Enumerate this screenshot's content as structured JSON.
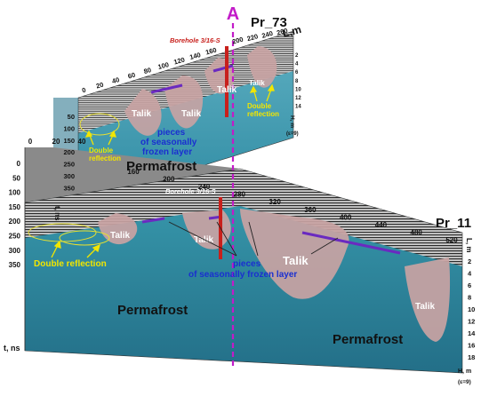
{
  "marker": {
    "label": "A"
  },
  "pr73": {
    "name": "Pr_73",
    "length_label": "L,m",
    "borehole": "Borehole 3/16-S",
    "distance_ticks": [
      "0",
      "20",
      "40",
      "60",
      "80",
      "100",
      "120",
      "140",
      "160",
      "200",
      "220",
      "240",
      "260"
    ],
    "time_axis_label": "t, ns",
    "time_ticks": [
      "50",
      "100",
      "150",
      "200",
      "250",
      "300",
      "350"
    ],
    "depth_axis_label": "H, m",
    "depth_ticks": [
      "2",
      "4",
      "6",
      "8",
      "10",
      "12",
      "14"
    ],
    "depth_unit": "(ε=9)",
    "labels": {
      "talik_1": "Talik",
      "talik_2": "Talik",
      "talik_3": "Talik",
      "talik_4": "Talik",
      "double_reflection_left": "Double reflection",
      "double_reflection_right": "Double reflection",
      "pieces_line1": "pieces",
      "pieces_line2": "of seasonally",
      "pieces_line3": "frozen layer",
      "permafrost": "Permafrost"
    }
  },
  "pr11": {
    "name": "Pr_11",
    "length_label": "L, m",
    "borehole": "Borehole 3/16-S",
    "distance_ticks_near": [
      "0",
      "20",
      "40"
    ],
    "distance_ticks_far": [
      "160",
      "200",
      "240",
      "280",
      "320",
      "360",
      "400",
      "440",
      "480",
      "520"
    ],
    "time_axis_label": "t, ns",
    "time_ticks": [
      "0",
      "50",
      "100",
      "150",
      "200",
      "250",
      "300",
      "350"
    ],
    "depth_axis_label": "H, m",
    "depth_ticks": [
      "2",
      "4",
      "6",
      "8",
      "10",
      "12",
      "14",
      "16",
      "18"
    ],
    "depth_unit": "(ε=9)",
    "labels": {
      "talik_1": "Talik",
      "talik_2": "Talik",
      "talik_3": "Talik",
      "talik_4": "Talik",
      "double_reflection": "Double reflection",
      "pieces_line1": "pieces",
      "pieces_line2": "of seasonally frozen layer",
      "permafrost_1": "Permafrost",
      "permafrost_2": "Permafrost"
    }
  },
  "colors": {
    "permafrost": "#2d8aa0",
    "talik": "#c9a3a3",
    "marker": "#c21bc8",
    "borehole": "#c8201c",
    "annotation_yellow": "#f2e600",
    "annotation_blue": "#1a2fd0"
  }
}
